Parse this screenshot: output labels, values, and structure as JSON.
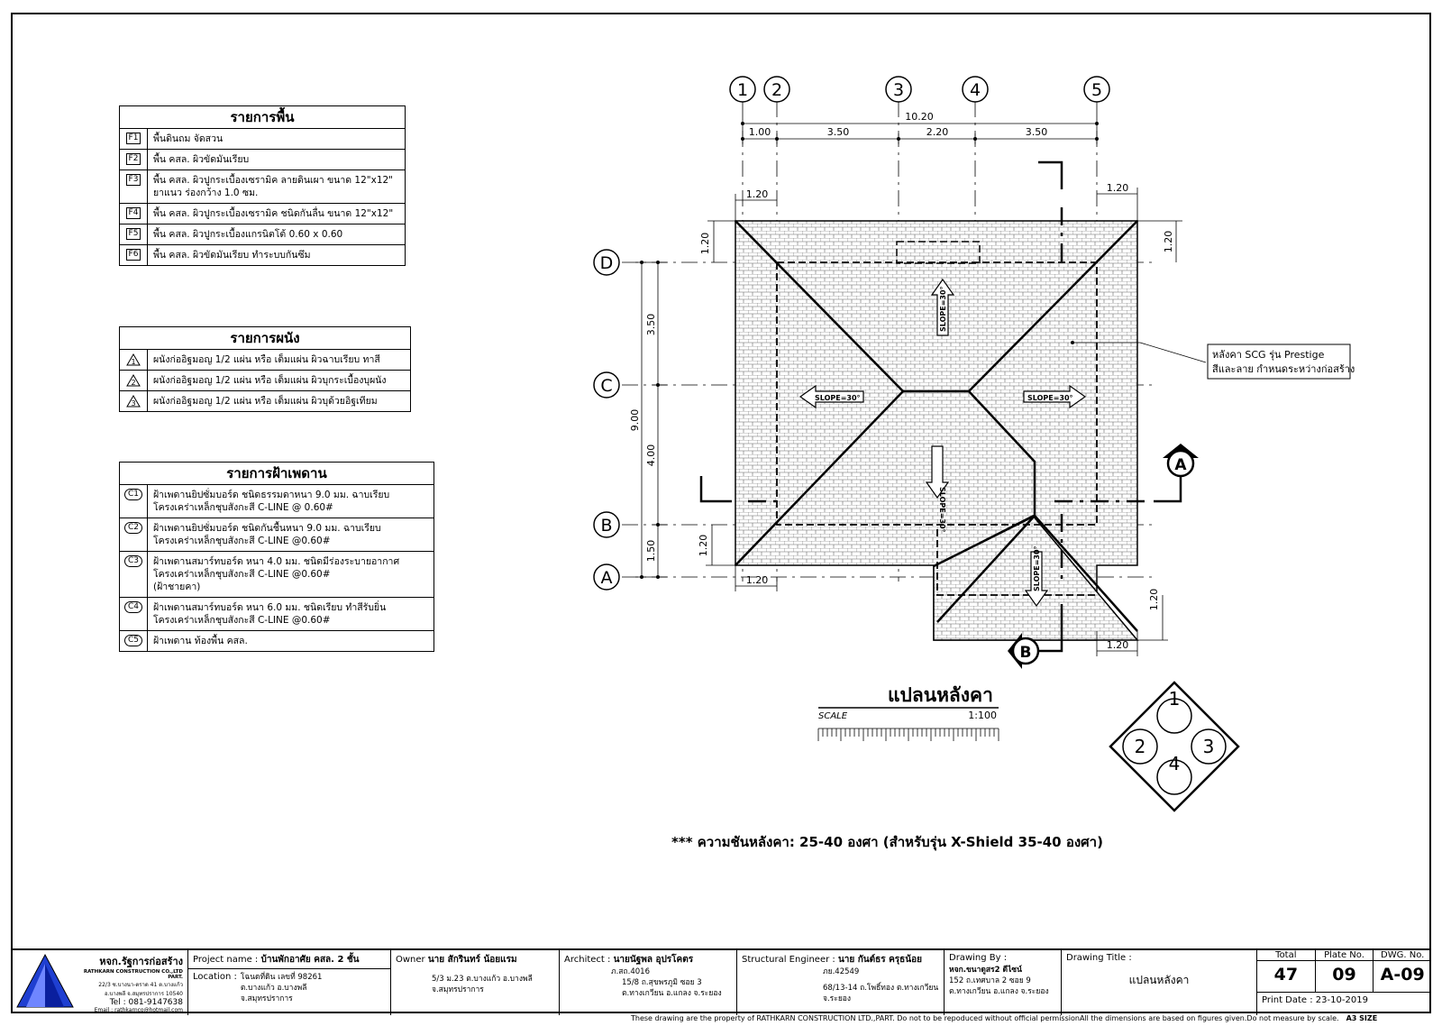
{
  "floor_table": {
    "title": "รายการพื้น",
    "items": [
      {
        "code": "F1",
        "lines": [
          "พื้นดินถม จัดสวน"
        ]
      },
      {
        "code": "F2",
        "lines": [
          "พื้น คสล. ผิวขัดมันเรียบ"
        ]
      },
      {
        "code": "F3",
        "lines": [
          "พื้น คสล. ผิวปูกระเบื้องเซรามิค ลายดินเผา ขนาด 12\"x12\"",
          "ยาแนว ร่องกว้าง 1.0 ซม."
        ]
      },
      {
        "code": "F4",
        "lines": [
          "พื้น คสล. ผิวปูกระเบื้องเซรามิค ชนิดกันลื่น ขนาด 12\"x12\""
        ]
      },
      {
        "code": "F5",
        "lines": [
          "พื้น คสล. ผิวปูกระเบื้องแกรนิตโต้ 0.60 x 0.60"
        ]
      },
      {
        "code": "F6",
        "lines": [
          "พื้น คสล. ผิวขัดมันเรียบ ทำระบบกันซึม"
        ]
      }
    ]
  },
  "wall_table": {
    "title": "รายการผนัง",
    "items": [
      {
        "code": "1",
        "lines": [
          "ผนังก่ออิฐมอญ 1/2 แผ่น หรือ เต็มแผ่น ผิวฉาบเรียบ ทาสี"
        ]
      },
      {
        "code": "2",
        "lines": [
          "ผนังก่ออิฐมอญ 1/2 แผ่น หรือ เต็มแผ่น ผิวบุกระเบื้องบุผนัง"
        ]
      },
      {
        "code": "3",
        "lines": [
          "ผนังก่ออิฐมอญ 1/2 แผ่น หรือ เต็มแผ่น ผิวบุด้วยอิฐเทียม"
        ]
      }
    ]
  },
  "ceiling_table": {
    "title": "รายการฝ้าเพดาน",
    "items": [
      {
        "code": "C1",
        "lines": [
          "ฝ้าเพดานยิปซั่มบอร์ด ชนิดธรรมดาหนา 9.0 มม. ฉาบเรียบ",
          "โครงเคร่าเหล็กชุบสังกะสี C-LINE @ 0.60#"
        ]
      },
      {
        "code": "C2",
        "lines": [
          "ฝ้าเพดานยิปซั่มบอร์ด ชนิดกันชื้นหนา 9.0 มม. ฉาบเรียบ",
          "โครงเคร่าเหล็กชุบสังกะสี C-LINE @0.60#"
        ]
      },
      {
        "code": "C3",
        "lines": [
          "ฝ้าเพดานสมาร์ทบอร์ด หนา 4.0 มม. ชนิดมีร่องระบายอากาศ",
          "โครงเคร่าเหล็กชุบสังกะสี C-LINE @0.60#",
          "(ฝ้าชายคา)"
        ]
      },
      {
        "code": "C4",
        "lines": [
          "ฝ้าเพดานสมาร์ทบอร์ด หนา 6.0 มม. ชนิดเรียบ ทำสีรับยิ่น",
          "โครงเคร่าเหล็กชุบสังกะสี C-LINE @0.60#"
        ]
      },
      {
        "code": "C5",
        "lines": [
          "ฝ้าเพดาน ท้องพื้น คสล."
        ]
      }
    ]
  },
  "plan": {
    "title": "แปลนหลังคา",
    "scale_label": "SCALE",
    "scale_value": "1:100",
    "grid_cols": [
      "1",
      "2",
      "3",
      "4",
      "5"
    ],
    "grid_rows": [
      "D",
      "C",
      "B",
      "A"
    ],
    "dim_total": "10.20",
    "dims_top": [
      "1.00",
      "3.50",
      "2.20",
      "3.50"
    ],
    "dims_left": [
      "3.50",
      "4.00",
      "1.50"
    ],
    "dim_left_total": "9.00",
    "overhang": "1.20",
    "slope_label": "SLOPE=30°",
    "section_a": "A",
    "section_b": "B",
    "callout": [
      "หลังคา SCG รุ่น Prestige",
      "สีและลาย กำหนดระหว่างก่อสร้าง"
    ],
    "key_numbers": [
      "1",
      "2",
      "3",
      "4"
    ]
  },
  "note": "*** ความชันหลังคา: 25-40 องศา (สำหรับรุ่น X-Shield 35-40 องศา)",
  "title_block": {
    "company": "หจก.รัฐการก่อสร้าง",
    "company_en": "RATHKARN CONSTRUCTION CO.,LTD PART.",
    "company_addr1": "22/3 ซ.บางนา-ตราด 41 ต.บางแก้ว",
    "company_addr2": "อ.บางพลี จ.สมุทรปราการ 10540",
    "company_tel": "Tel : 081-9147638",
    "company_email": "Email : rathkarnco@hotmail.com",
    "project_label": "Project name :",
    "project_value": "บ้านพักอาศัย คสล. 2 ชั้น",
    "location_label": "Location :",
    "location_lines": [
      "โฉนดที่ดิน เลขที่ 98261",
      "ต.บางแก้ว อ.บางพลี",
      "จ.สมุทรปราการ"
    ],
    "owner_label": "Owner",
    "owner_value": "นาย สักรินทร์ น้อยแรม",
    "owner_addr": [
      "5/3 ม.23 ต.บางแก้ว อ.บางพลี",
      "จ.สมุทรปราการ"
    ],
    "architect_label": "Architect :",
    "architect_value": "นายนัฐพล อุปรโคตร",
    "architect_lines": [
      "ภ.สถ.4016",
      "15/8 ถ.สุขพรภูมิ ซอย 3",
      "ต.ทางเกวียน อ.แกลง จ.ระยอง"
    ],
    "engineer_label": "Structural Engineer :",
    "engineer_value": "นาย กันต์ธร ครุธน้อย",
    "engineer_lines": [
      "ภย.42549",
      "68/13-14 ถ.โพธิ์ทอง ต.ทางเกวียน",
      "จ.ระยอง"
    ],
    "drawn_label": "Drawing By :",
    "drawn_lines": [
      "หจก.ขนาดูสร2 ดีไซน์",
      "152 ถ.เทศบาล 2 ซอย 9",
      "ต.ทางเกวียน อ.แกลง จ.ระยอง"
    ],
    "title_label": "Drawing Title :",
    "title_value": "แปลนหลังคา",
    "total_label": "Total",
    "total_value": "47",
    "plate_label": "Plate No.",
    "plate_value": "09",
    "dwg_label": "DWG. No.",
    "dwg_value": "A-09",
    "print_date": "Print Date : 23-10-2019"
  },
  "footer": "These drawing are the property of RATHKARN CONSTRUCTION LTD.,PART. Do not to be repoduced without official permissionAll the dimensions are based on figures given.Do not measure by scale.",
  "sheet_size": "A3 SIZE"
}
